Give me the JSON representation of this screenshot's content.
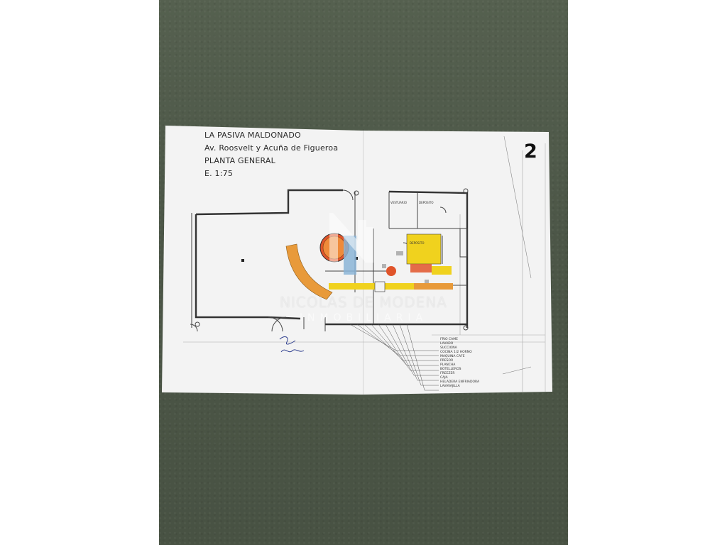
{
  "photo": {
    "subject": "architectural floor plan photo",
    "background_color": "#4f5a4a",
    "paper_color": "#f3f3f3"
  },
  "plan": {
    "title_lines": [
      "LA PASIVA   MALDONADO",
      "Av. Roosvelt y Acuña de Figueroa",
      "PLANTA GENERAL",
      "E. 1:75"
    ],
    "sheet_number": "2",
    "room_labels": [
      "VESTUARIO",
      "DEPOSITO",
      "DEPOSITO"
    ],
    "legend": [
      "FRIO CAME",
      "LAVADO",
      "SUCCIONA",
      "COCINA 1/2 HORNO",
      "MAQUINA CAFE",
      "PRESOR",
      "PLANCHA",
      "BOTELLEROS",
      "FREEZER",
      "CAJA",
      "HELADERA ENFRIADORA",
      "LAVAVAJILLA"
    ],
    "accent_colors": {
      "orange": "#e89a3a",
      "yellow": "#f0d21e",
      "red_orange": "#e0542a",
      "blue": "#8ab4d6"
    }
  },
  "watermark": {
    "line1": "NICOLAS DE MODENA",
    "line2": "INMOBILIARIA",
    "logo": "N"
  }
}
